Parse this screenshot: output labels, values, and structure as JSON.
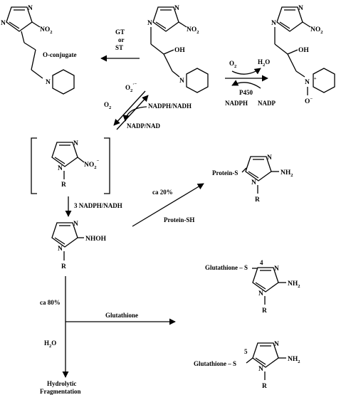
{
  "reagents": {
    "gt": "GT",
    "or": "or",
    "st": "ST",
    "o2_top": "O",
    "o2_top_sub": "2",
    "h2o_top": "H",
    "h2o_top_sub": "2",
    "h2o_top_o": "O",
    "p450": "P450",
    "nadph_bottom": "NADPH",
    "nadp_bottom": "NADP",
    "o2_cycle": "O",
    "o2_cycle_sub": "2",
    "o2minus": "O",
    "o2minus_sub": "2",
    "o2minus_sup": "·−",
    "nadph_nadh": "NADPH/NADH",
    "nadp_nad": "NADP/NAD",
    "nadph3": "3 NADPH/NADH",
    "ca20": "ca 20%",
    "protein_sh": "Protein-SH",
    "ca80": "ca 80%",
    "h2o_bottom": "H",
    "h2o_bottom_sub": "2",
    "h2o_bottom_o": "O",
    "glutathione": "Glutathione",
    "hydrolytic": "Hydrolytic",
    "fragmentation": "Fragmentation"
  },
  "atoms": {
    "N": "N",
    "NO": "NO",
    "two": "2",
    "OH": "OH",
    "O_conj": "O-conjugate",
    "N_plus": "N",
    "plus": "+",
    "O_minus": "O",
    "minus_sup": "−",
    "R": "R",
    "NO2_radical_sup": "·",
    "NHOH": "NHOH",
    "NH": "NH",
    "protein_s": "Protein-S",
    "glut_s1": "Glutathione",
    "glut_s2": "Glutathione",
    "S": "S",
    "pos4": "4",
    "pos5": "5"
  }
}
